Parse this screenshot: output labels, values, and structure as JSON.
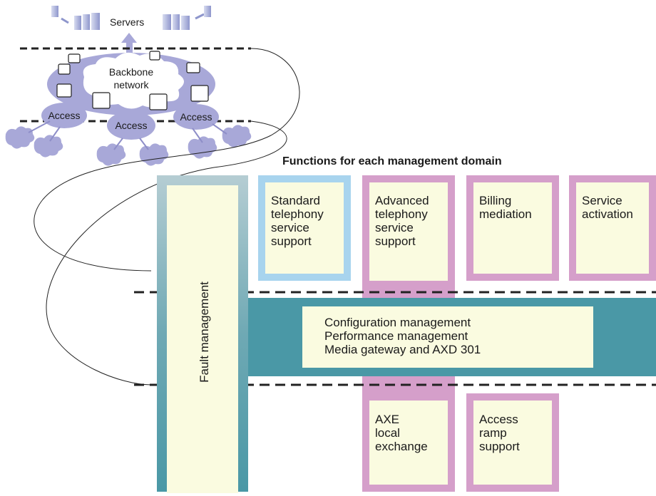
{
  "network": {
    "servers_label": "Servers",
    "backbone_label_line1": "Backbone",
    "backbone_label_line2": "network",
    "access_labels": [
      "Access",
      "Access",
      "Access"
    ]
  },
  "domains_title": "Functions for each management domain",
  "fault_management_label": "Fault management",
  "top_boxes": [
    {
      "lines": [
        "Standard",
        "telephony",
        "service",
        "support"
      ]
    },
    {
      "lines": [
        "Advanced",
        "telephony",
        "service",
        "support"
      ]
    },
    {
      "lines": [
        "Billing",
        "mediation"
      ]
    },
    {
      "lines": [
        "Service",
        "activation"
      ]
    }
  ],
  "middle_box": {
    "lines": [
      "Configuration management",
      "Performance management",
      "Media gateway and AXD 301"
    ]
  },
  "bottom_boxes": [
    {
      "lines": [
        "AXE",
        "local",
        "exchange"
      ]
    },
    {
      "lines": [
        "Access",
        "ramp",
        "support"
      ]
    }
  ],
  "colors": {
    "teal": "#4a98a6",
    "light_blue": "#a8d4ee",
    "pink": "#d59fca",
    "cream": "#fafbe0",
    "lavender": "#a8a8d8",
    "light_teal": "#b5cdd3"
  }
}
